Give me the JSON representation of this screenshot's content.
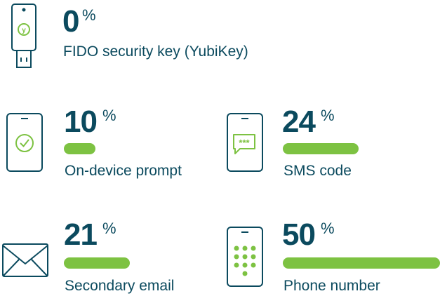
{
  "chart_data": {
    "type": "bar",
    "unit_symbol": "%",
    "categories": [
      "FIDO security key (YubiKey)",
      "On-device prompt",
      "SMS code",
      "Secondary email",
      "Phone number"
    ],
    "values": [
      0,
      10,
      24,
      21,
      50
    ],
    "bar_color": "#7dc242",
    "text_color": "#0b4a5e",
    "icons": [
      "usb-key-icon",
      "phone-check-icon",
      "phone-message-icon",
      "envelope-icon",
      "phone-keypad-icon"
    ]
  }
}
